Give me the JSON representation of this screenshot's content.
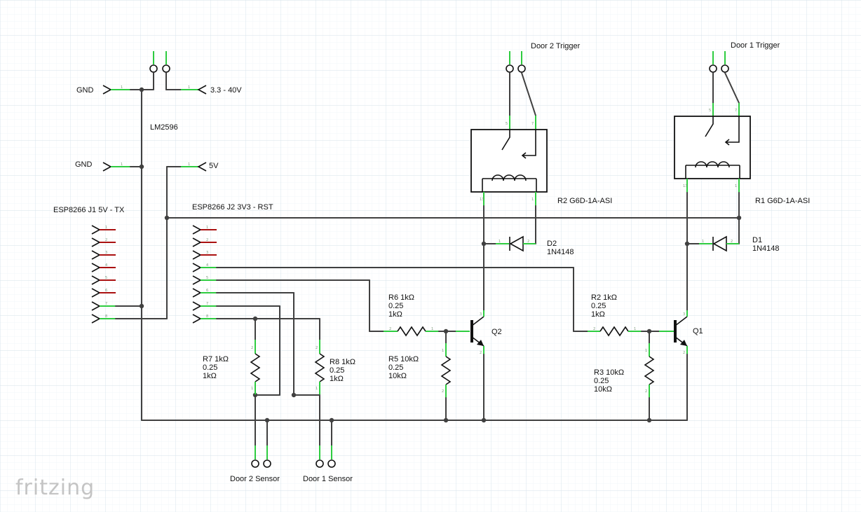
{
  "brand": {
    "logo_text": "fritzing"
  },
  "power": {
    "gnd_top": "GND",
    "vin": "3.3 - 40V",
    "regulator": "LM2596",
    "gnd_mid": "GND",
    "vout": "5V"
  },
  "headers": {
    "j1_label": "ESP8266 J1 5V - TX",
    "j2_label": "ESP8266 J2 3V3 - RST"
  },
  "relays": {
    "r2": {
      "trigger": "Door 2 Trigger",
      "name": "R2 G6D-1A-ASI"
    },
    "r1": {
      "trigger": "Door 1 Trigger",
      "name": "R1 G6D-1A-ASI"
    }
  },
  "diodes": {
    "d2": {
      "name": "D2",
      "part": "1N4148"
    },
    "d1": {
      "name": "D1",
      "part": "1N4148"
    }
  },
  "resistors": {
    "r6": {
      "name": "R6 1kΩ",
      "power": "0.25",
      "value": "1kΩ"
    },
    "r5": {
      "name": "R5 10kΩ",
      "power": "0.25",
      "value": "10kΩ"
    },
    "r2": {
      "name": "R2 1kΩ",
      "power": "0.25",
      "value": "1kΩ"
    },
    "r3": {
      "name": "R3 10kΩ",
      "power": "0.25",
      "value": "10kΩ"
    },
    "r7": {
      "name": "R7 1kΩ",
      "power": "0.25",
      "value": "1kΩ"
    },
    "r8": {
      "name": "R8 1kΩ",
      "power": "0.25",
      "value": "1kΩ"
    }
  },
  "transistors": {
    "q2": "Q2",
    "q1": "Q1"
  },
  "sensors": {
    "door2": "Door 2 Sensor",
    "door1": "Door 1 Sensor"
  },
  "colors": {
    "wire": "#404040",
    "pin_connected": "#2ecc40",
    "pin_unconnected": "#aa1111",
    "grid": "#dde8ee",
    "background": "#ffffff"
  }
}
